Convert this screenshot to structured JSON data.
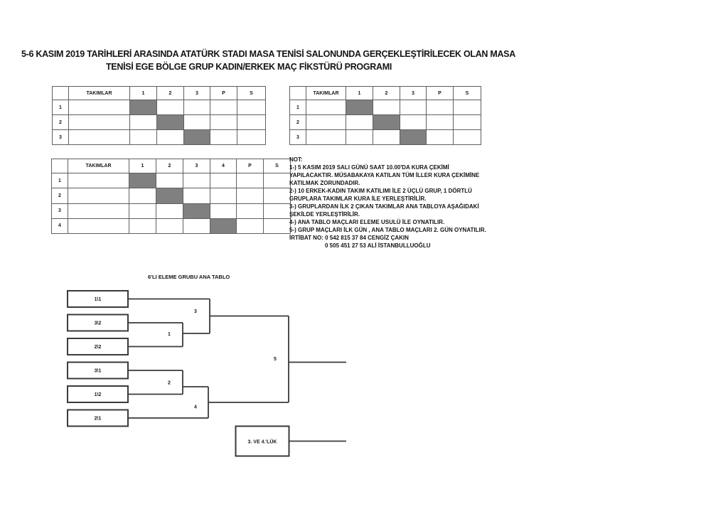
{
  "title": {
    "line1": "5-6 KASIM 2019 TARİHLERİ ARASINDA ATATÜRK STADI MASA TENİSİ SALONUNDA GERÇEKLEŞTİRİLECEK OLAN MASA",
    "line2": "TENİSİ EGE BÖLGE GRUP KADIN/ERKEK MAÇ FİKSTÜRÜ PROGRAMI"
  },
  "group_tables": [
    {
      "name": "group-table-1",
      "headers": [
        "",
        "TAKIMLAR",
        "1",
        "2",
        "3",
        "P",
        "S"
      ],
      "rows": [
        {
          "label": "1",
          "team": ""
        },
        {
          "label": "2",
          "team": ""
        },
        {
          "label": "3",
          "team": ""
        }
      ]
    },
    {
      "name": "group-table-2",
      "headers": [
        "",
        "TAKIMLAR",
        "1",
        "2",
        "3",
        "P",
        "S"
      ],
      "rows": [
        {
          "label": "1",
          "team": ""
        },
        {
          "label": "2",
          "team": ""
        },
        {
          "label": "3",
          "team": ""
        }
      ]
    },
    {
      "name": "group-table-3",
      "headers": [
        "",
        "TAKIMLAR",
        "1",
        "2",
        "3",
        "4",
        "P",
        "S"
      ],
      "rows": [
        {
          "label": "1",
          "team": ""
        },
        {
          "label": "2",
          "team": ""
        },
        {
          "label": "3",
          "team": ""
        },
        {
          "label": "4",
          "team": ""
        }
      ]
    }
  ],
  "notes": {
    "lines": [
      {
        "text": "NOT:"
      },
      {
        "text": "1-) 5 KASIM 2019 SALI GÜNÜ SAAT 10.00'DA KURA ÇEKİMİ"
      },
      {
        "text": "YAPILACAKTIR. MÜSABAKAYA KATILAN TÜM İLLER KURA ÇEKİMİNE"
      },
      {
        "text": "KATILMAK ZORUNDADIR."
      },
      {
        "text": "2-) 10 ERKEK-KADIN TAKIM KATILIMI İLE 2 ÜÇLÜ GRUP, 1 DÖRTLÜ"
      },
      {
        "text": "GRUPLARA TAKIMLAR KURA İLE YERLEŞTİRİLİR."
      },
      {
        "text": "3-) GRUPLARDAN İLK 2 ÇIKAN TAKIMLAR ANA TABLOYA AŞAĞIDAKİ"
      },
      {
        "text": "ŞEKİLDE YERLEŞTİRİLİR."
      },
      {
        "text": "4-) ANA TABLO MAÇLARI ELEME USULÜ İLE OYNATILIR."
      },
      {
        "text": "5-) GRUP MAÇLARI İLK GÜN , ANA TABLO MAÇLARI 2. GÜN OYNATILIR."
      },
      {
        "text": "İRTİBAT NO: 0 542 815 37 84 CENGİZ ÇAKIN"
      },
      {
        "text": "0 505 451 27 53 ALİ İSTANBULLUOĞLU",
        "indent": true
      }
    ]
  },
  "bracket": {
    "title": "6'LI ELEME GRUBU ANA TABLO",
    "slots": [
      "1\\1",
      "3\\2",
      "2\\2",
      "3\\1",
      "1\\2",
      "2\\1"
    ],
    "match_labels": [
      "1",
      "2",
      "3",
      "4",
      "5"
    ],
    "third_place_label": "3. VE 4.'LÜK"
  },
  "colors": {
    "shaded_cell": "#808080",
    "table_border": "#5f5f5f",
    "bracket_line": "#3a3a3a",
    "text": "#1a1a1a",
    "background": "#ffffff"
  }
}
